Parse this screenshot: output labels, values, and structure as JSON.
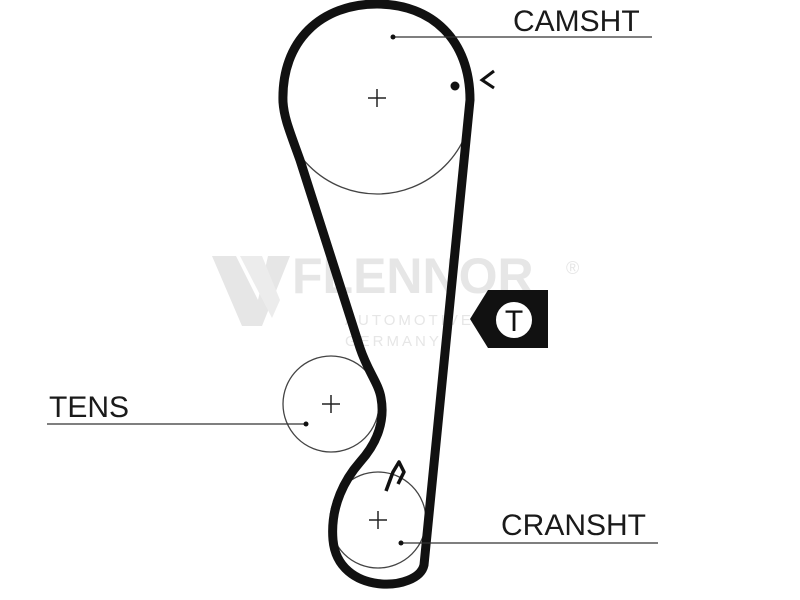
{
  "labels": {
    "camshaft": "CAMSHT",
    "tensioner": "TENS",
    "crankshaft": "CRANSHT"
  },
  "marker": {
    "tensioner_side_symbol": "T"
  },
  "watermark": {
    "brand": "FLENNOR",
    "registered": "®",
    "line1": "AUTOMOTIVE",
    "line2": "GERMANY"
  },
  "colors": {
    "belt": "#111111",
    "pulley_outline": "#444444",
    "text": "#1a1a1a",
    "watermark": "#e6e6e6",
    "background": "#ffffff"
  }
}
